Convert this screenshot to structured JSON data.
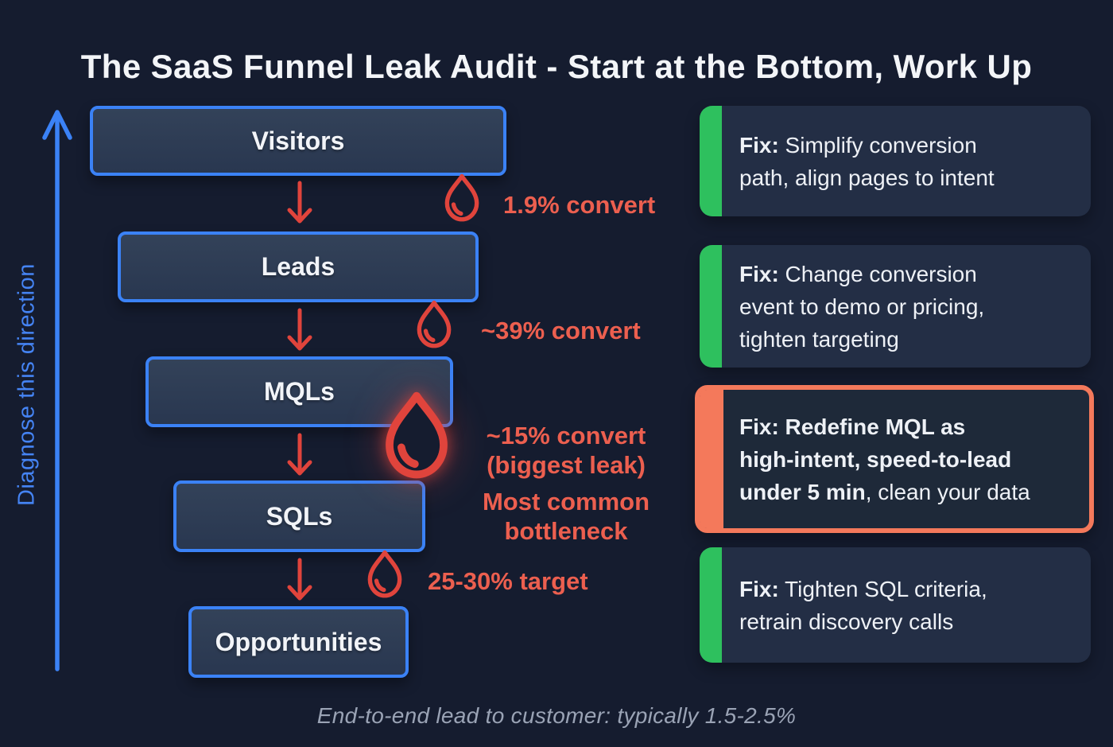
{
  "title": "The SaaS Funnel Leak Audit - Start at the Bottom, Work Up",
  "direction_label": "Diagnose this direction",
  "funnel_stages": [
    {
      "label": "Visitors"
    },
    {
      "label": "Leads"
    },
    {
      "label": "MQLs"
    },
    {
      "label": "SQLs"
    },
    {
      "label": "Opportunities"
    }
  ],
  "leaks": [
    {
      "label": "1.9% convert"
    },
    {
      "label": "~39% convert"
    },
    {
      "line1": "~15% convert",
      "line2": "(biggest leak)",
      "note_line1": "Most common",
      "note_line2": "bottleneck"
    },
    {
      "label": "25-30% target"
    }
  ],
  "fix_cards": [
    {
      "accent": "green",
      "bold": "Fix:",
      "rest": " Simplify conversion\npath, align pages to intent"
    },
    {
      "accent": "green",
      "bold": "Fix:",
      "rest": " Change conversion\nevent to demo or pricing,\ntighten targeting"
    },
    {
      "accent": "orange",
      "bold": "Fix: Redefine MQL as\nhigh-intent, speed-to-lead\nunder 5 min",
      "rest": ", clean your data"
    },
    {
      "accent": "green",
      "bold": "Fix:",
      "rest": " Tighten SQL criteria,\nretrain discovery calls"
    }
  ],
  "footer_note": "End-to-end lead to customer: typically 1.5-2.5%",
  "icons": {
    "droplet": "leak-droplet",
    "down_arrow": "stage-transition-arrow",
    "up_arrow": "diagnose-direction-arrow"
  },
  "colors": {
    "background": "#151c2f",
    "box_fill": "#2d3b53",
    "box_border": "#3b82f6",
    "blue_arrow": "#3b82f6",
    "blue_label": "#4584f4",
    "red_icon": "#e0443c",
    "red_text": "#ec5f4f",
    "green_accent": "#2ec05e",
    "orange_accent": "#f4795b",
    "card_fill": "#232e45",
    "card_fill_highlight": "#1e2939",
    "stage_text": "#f2f4f8",
    "card_text": "#eef1f6",
    "footer_text": "#9aa3b5",
    "title_text": "#f3f5f8"
  }
}
